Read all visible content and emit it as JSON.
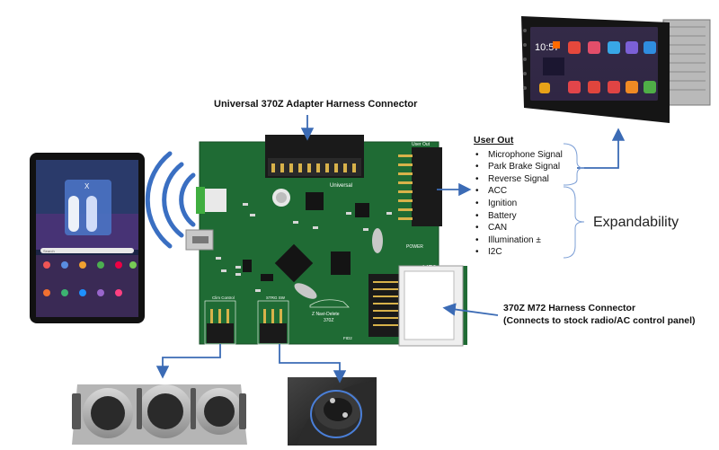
{
  "labels": {
    "harness_connector": "Universal 370Z Adapter Harness Connector",
    "user_out_title": "User Out",
    "user_out_items": [
      "Microphone Signal",
      "Park Brake Signal",
      "Reverse Signal",
      "ACC",
      "Ignition",
      "Battery",
      "CAN",
      "Illumination ±",
      "I2C"
    ],
    "expandability": "Expandability",
    "m72_title": "370Z M72 Harness Connector",
    "m72_subtitle": "(Connects to stock radio/AC control panel)"
  },
  "pcb_text": {
    "brand": "Universal",
    "board_name_1": "Z Navi-Delete",
    "board_name_2": "370Z",
    "user_out": "User Out",
    "power": "POWER",
    "m72": "M72",
    "climate": "Clim Control",
    "steering": "STRG SW",
    "fiducial": "FID2"
  },
  "tablet": {
    "search": "Search",
    "close": "X"
  },
  "head_unit": {
    "time": "10:57"
  },
  "colors": {
    "pcb": "#1f6b34",
    "pcb_dark": "#154d25",
    "arrow": "#3b6bb5",
    "bracket": "#5b8bd0",
    "wifi": "#3a6fc2"
  }
}
